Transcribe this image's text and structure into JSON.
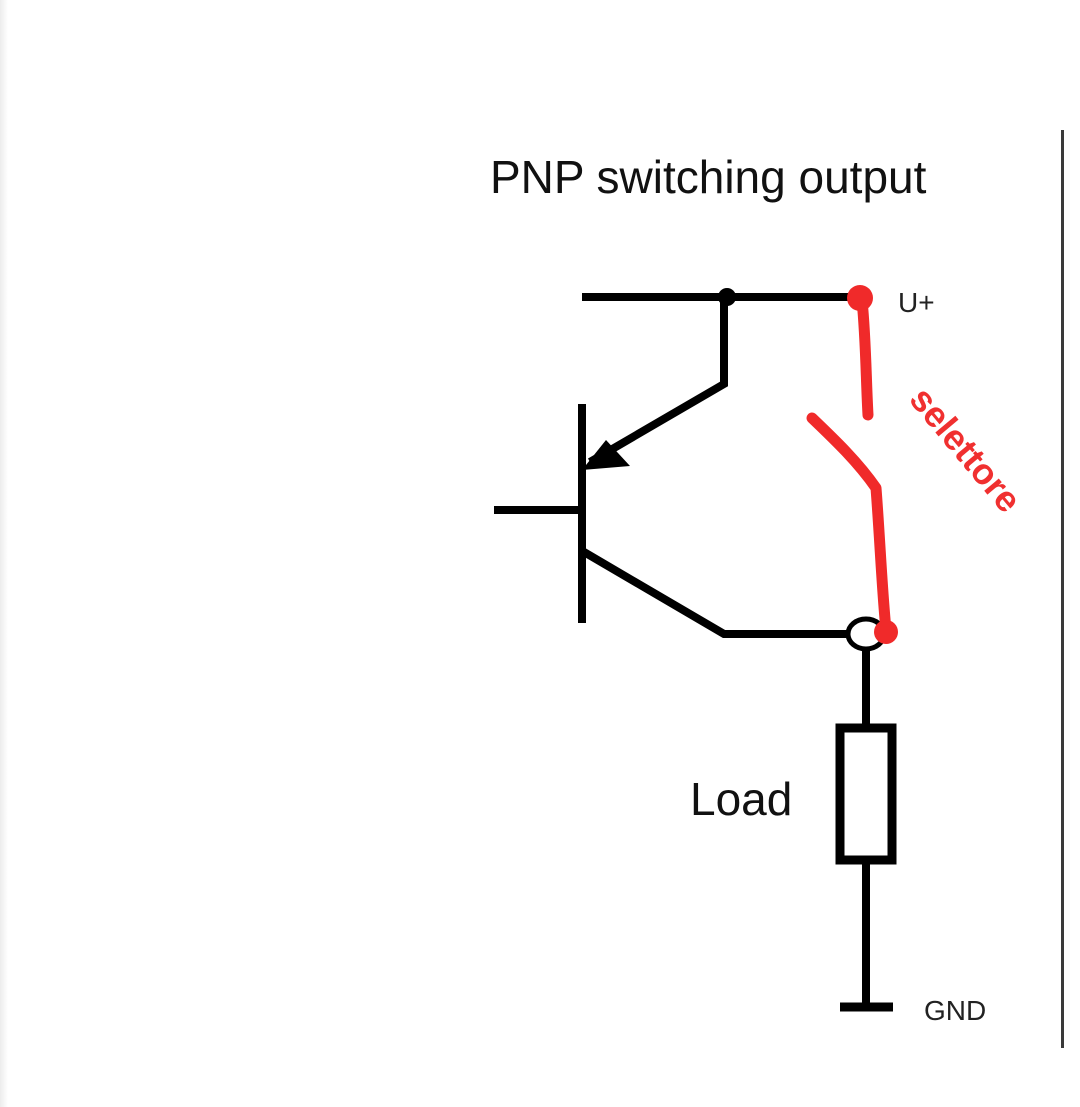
{
  "diagram": {
    "title": "PNP switching output",
    "labels": {
      "supply": "U+",
      "load": "Load",
      "ground": "GND"
    },
    "components": [
      {
        "type": "pnp-transistor",
        "terminals": [
          "base",
          "emitter",
          "collector"
        ]
      },
      {
        "type": "resistor-load",
        "label": "Load"
      },
      {
        "type": "ground"
      },
      {
        "type": "supply-rail",
        "label": "U+"
      },
      {
        "type": "output-terminal"
      }
    ],
    "annotation": {
      "text": "selettore",
      "description": "hand-drawn switch between U+ and output",
      "color": "#f02a2a"
    },
    "colors": {
      "wire": "#000000",
      "annotation": "#f02a2a",
      "background": "#ffffff"
    }
  }
}
